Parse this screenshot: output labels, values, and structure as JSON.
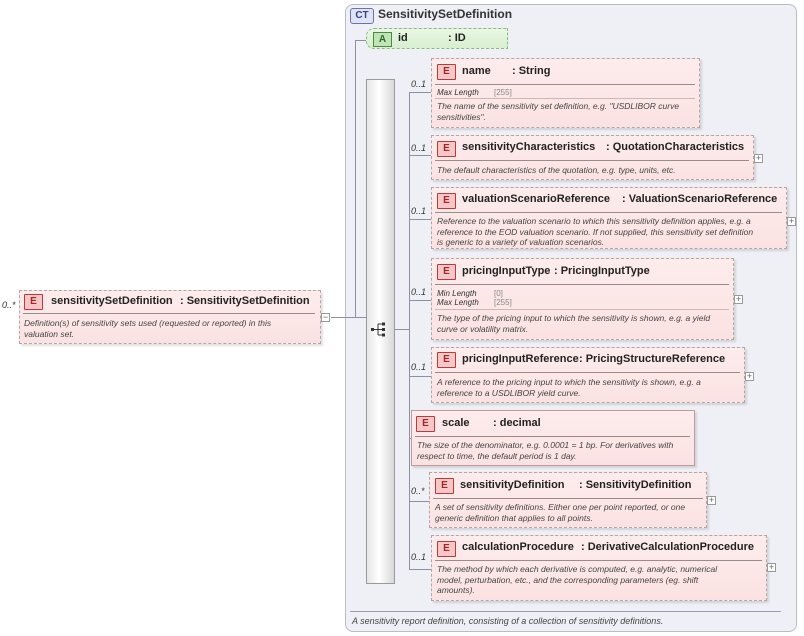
{
  "complex_type": {
    "badge": "CT",
    "name": "SensitivitySetDefinition",
    "documentation": "A sensitivity report definition, consisting of a collection of sensitivity definitions."
  },
  "root": {
    "cardinality": "0..*",
    "badge": "E",
    "name": "sensitivitySetDefinition",
    "type": ": SensitivitySetDefinition",
    "documentation": [
      "Definition(s) of sensitivity sets used (requested or reported) in this",
      "valuation set."
    ],
    "collapse": "−"
  },
  "attribute": {
    "badge": "A",
    "name": "id",
    "type": ": ID"
  },
  "elements": [
    {
      "cardinality": "0..1",
      "badge": "E",
      "name": "name",
      "type": ": String",
      "facets": [
        {
          "label": "Max Length",
          "value": "[255]"
        }
      ],
      "documentation": [
        "The name of the sensitivity set definition, e.g. \"USDLIBOR curve",
        "sensitivities\"."
      ],
      "expand": ""
    },
    {
      "cardinality": "0..1",
      "badge": "E",
      "name": "sensitivityCharacteristics",
      "type": ": QuotationCharacteristics",
      "facets": [],
      "documentation": [
        "The default characteristics of the quotation, e.g. type, units, etc."
      ],
      "expand": "+"
    },
    {
      "cardinality": "0..1",
      "badge": "E",
      "name": "valuationScenarioReference",
      "type": ": ValuationScenarioReference",
      "facets": [],
      "documentation": [
        "Reference to the valuation scenario to which this sensitivity definition applies, e.g. a",
        "reference to the EOD valuation scenario. If not supplied, this sensitivity set definition",
        "is generic to a variety of valuation scenarios."
      ],
      "expand": "+"
    },
    {
      "cardinality": "0..1",
      "badge": "E",
      "name": "pricingInputType",
      "type": ": PricingInputType",
      "facets": [
        {
          "label": "Min Length",
          "value": "[0]"
        },
        {
          "label": "Max Length",
          "value": "[255]"
        }
      ],
      "documentation": [
        "The type of the pricing input to which the sensitivity is shown, e.g. a yield",
        "curve or volatility matrix."
      ],
      "expand": "+"
    },
    {
      "cardinality": "0..1",
      "badge": "E",
      "name": "pricingInputReference",
      "type": ": PricingStructureReference",
      "facets": [],
      "documentation": [
        "A reference to the pricing input to which the sensitivity is shown, e.g. a",
        "reference to a USDLIBOR yield curve."
      ],
      "expand": "+"
    },
    {
      "cardinality": "",
      "badge": "E",
      "name": "scale",
      "type": ": decimal",
      "facets": [],
      "documentation": [
        "The size of the denominator, e.g. 0.0001 = 1 bp. For derivatives with",
        "respect to time, the default period is 1 day."
      ],
      "expand": ""
    },
    {
      "cardinality": "0..*",
      "badge": "E",
      "name": "sensitivityDefinition",
      "type": ": SensitivityDefinition",
      "facets": [],
      "documentation": [
        "A set of sensitivity definitions. Either one per point reported, or one",
        "generic definition that applies to all points."
      ],
      "expand": "+"
    },
    {
      "cardinality": "0..1",
      "badge": "E",
      "name": "calculationProcedure",
      "type": ": DerivativeCalculationProcedure",
      "facets": [],
      "documentation": [
        "The method by which each derivative is computed, e.g. analytic, numerical",
        "model, perturbation, etc., and the corresponding parameters (eg. shift",
        "amounts)."
      ],
      "expand": "+"
    }
  ]
}
